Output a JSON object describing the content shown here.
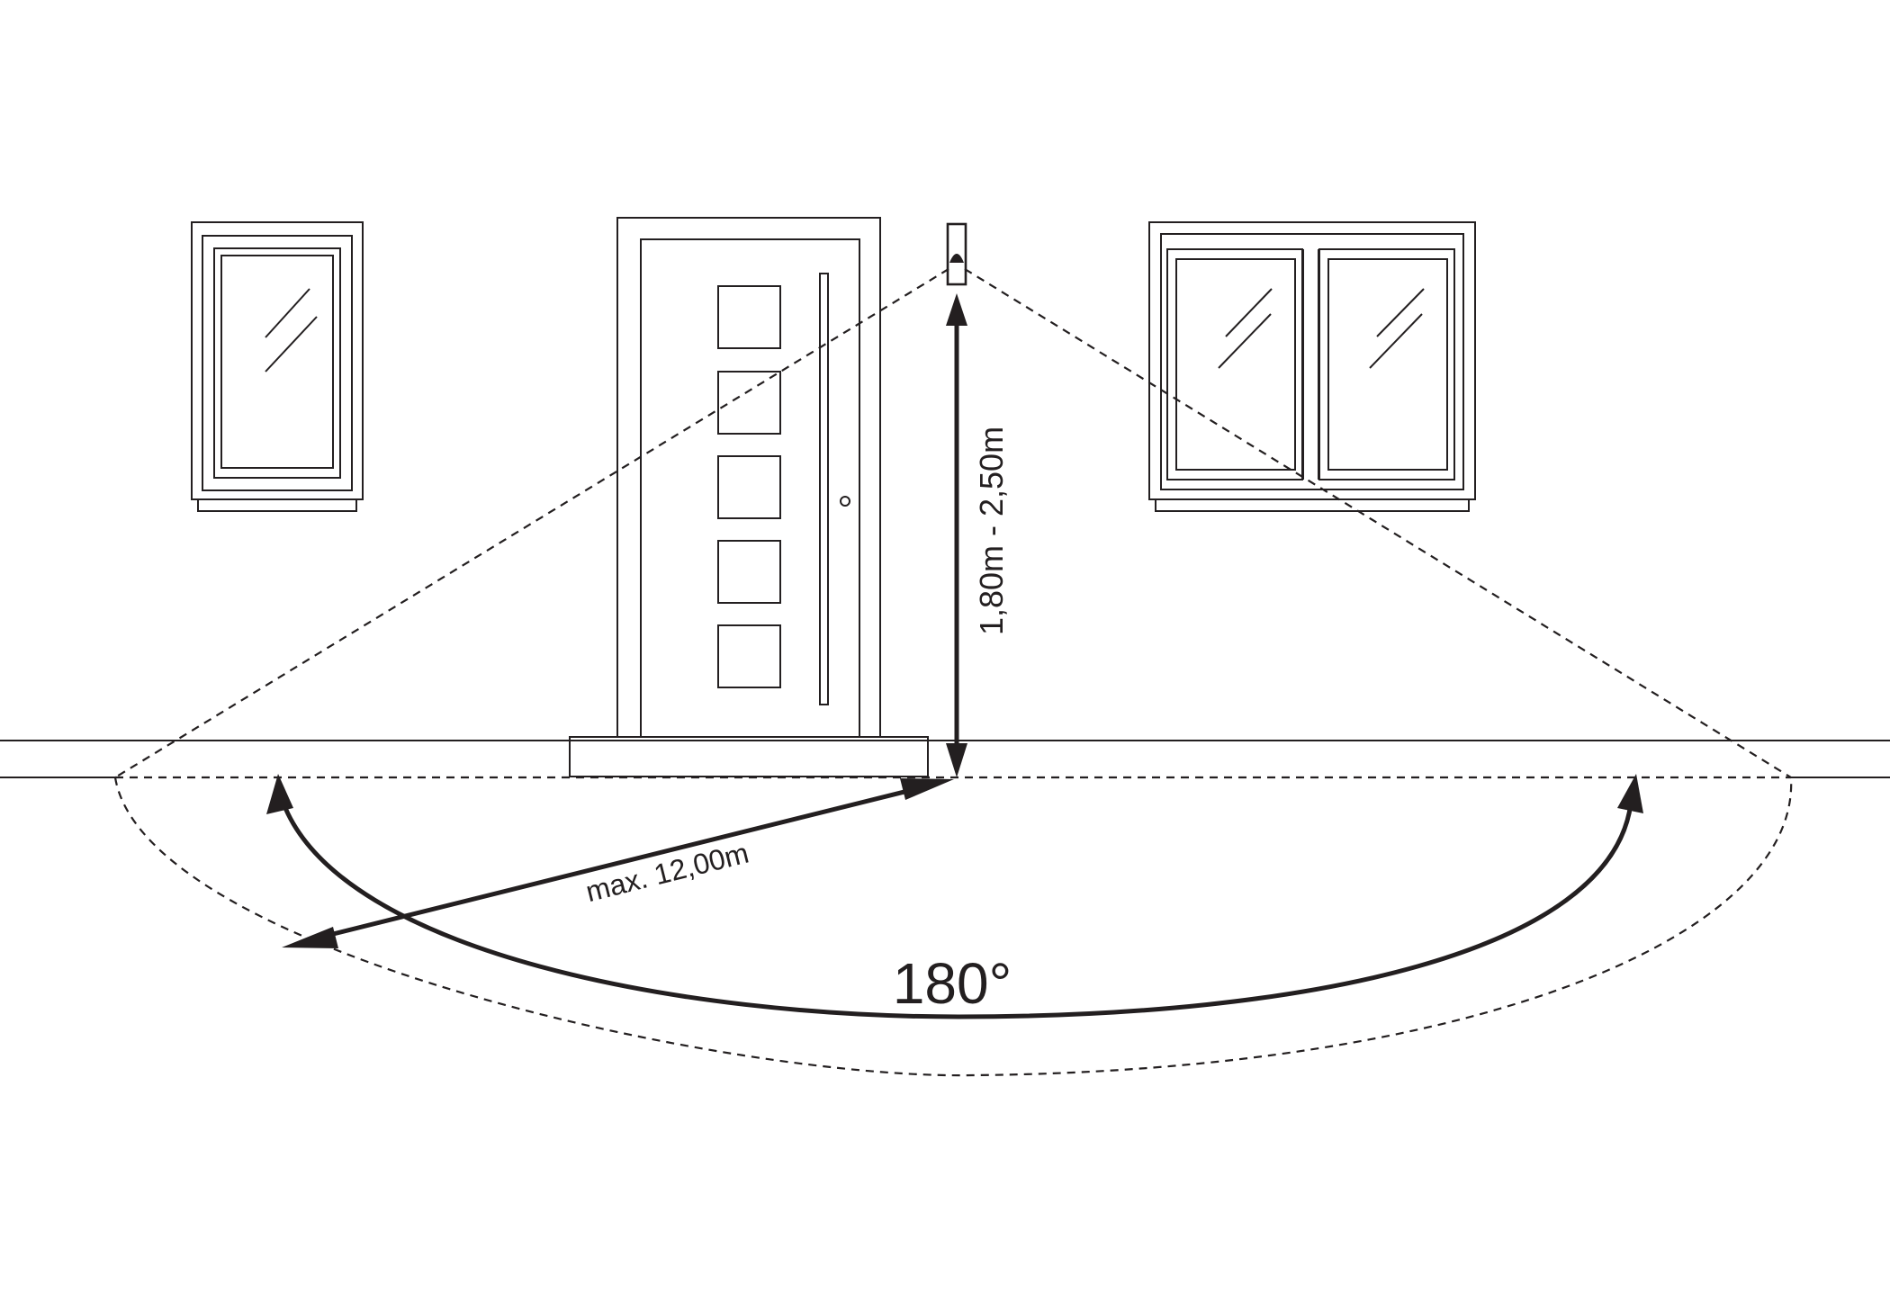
{
  "labels": {
    "height": "1,80m - 2,50m",
    "range": "max. 12,00m",
    "angle": "180°"
  },
  "colors": {
    "line": "#231f20",
    "background": "#ffffff"
  }
}
